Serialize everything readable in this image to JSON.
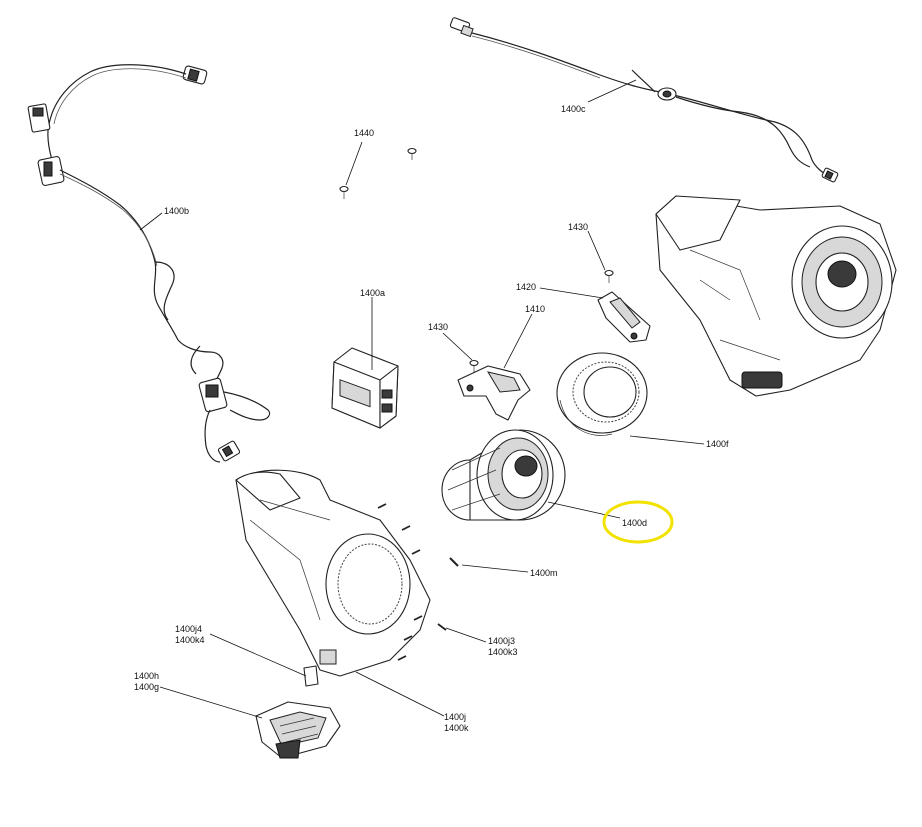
{
  "callouts": {
    "c1400c": "1400c",
    "c1440": "1440",
    "c1400b": "1400b",
    "c1430_top": "1430",
    "c1420": "1420",
    "c1400a": "1400a",
    "c1430_mid": "1430",
    "c1410": "1410",
    "c1400f": "1400f",
    "c1400d": "1400d",
    "c1400m": "1400m",
    "c1400j4": "1400j4",
    "c1400k4": "1400k4",
    "c1400j3": "1400j3",
    "c1400k3": "1400k3",
    "c1400h": "1400h",
    "c1400g": "1400g",
    "c1400j": "1400j",
    "c1400k": "1400k"
  },
  "highlight": {
    "target": "1400d",
    "color": "#f2e200"
  }
}
